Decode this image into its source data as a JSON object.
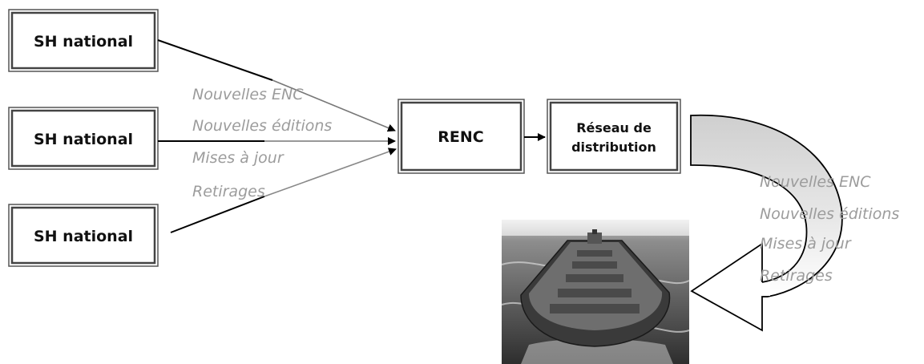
{
  "sources": [
    {
      "label": "SH national"
    },
    {
      "label": "SH national"
    },
    {
      "label": "SH national"
    }
  ],
  "renc": {
    "label": "RENC"
  },
  "distribution": {
    "label_line1": "Réseau de",
    "label_line2": "distribution"
  },
  "flow_labels_left": [
    "Nouvelles ENC",
    "Nouvelles éditions",
    "Mises à jour",
    "Retirages"
  ],
  "flow_labels_right": [
    "Nouvelles ENC",
    "Nouvelles éditions",
    "Mises à jour",
    "Retirages"
  ],
  "ship_image": {
    "description": "ship"
  }
}
